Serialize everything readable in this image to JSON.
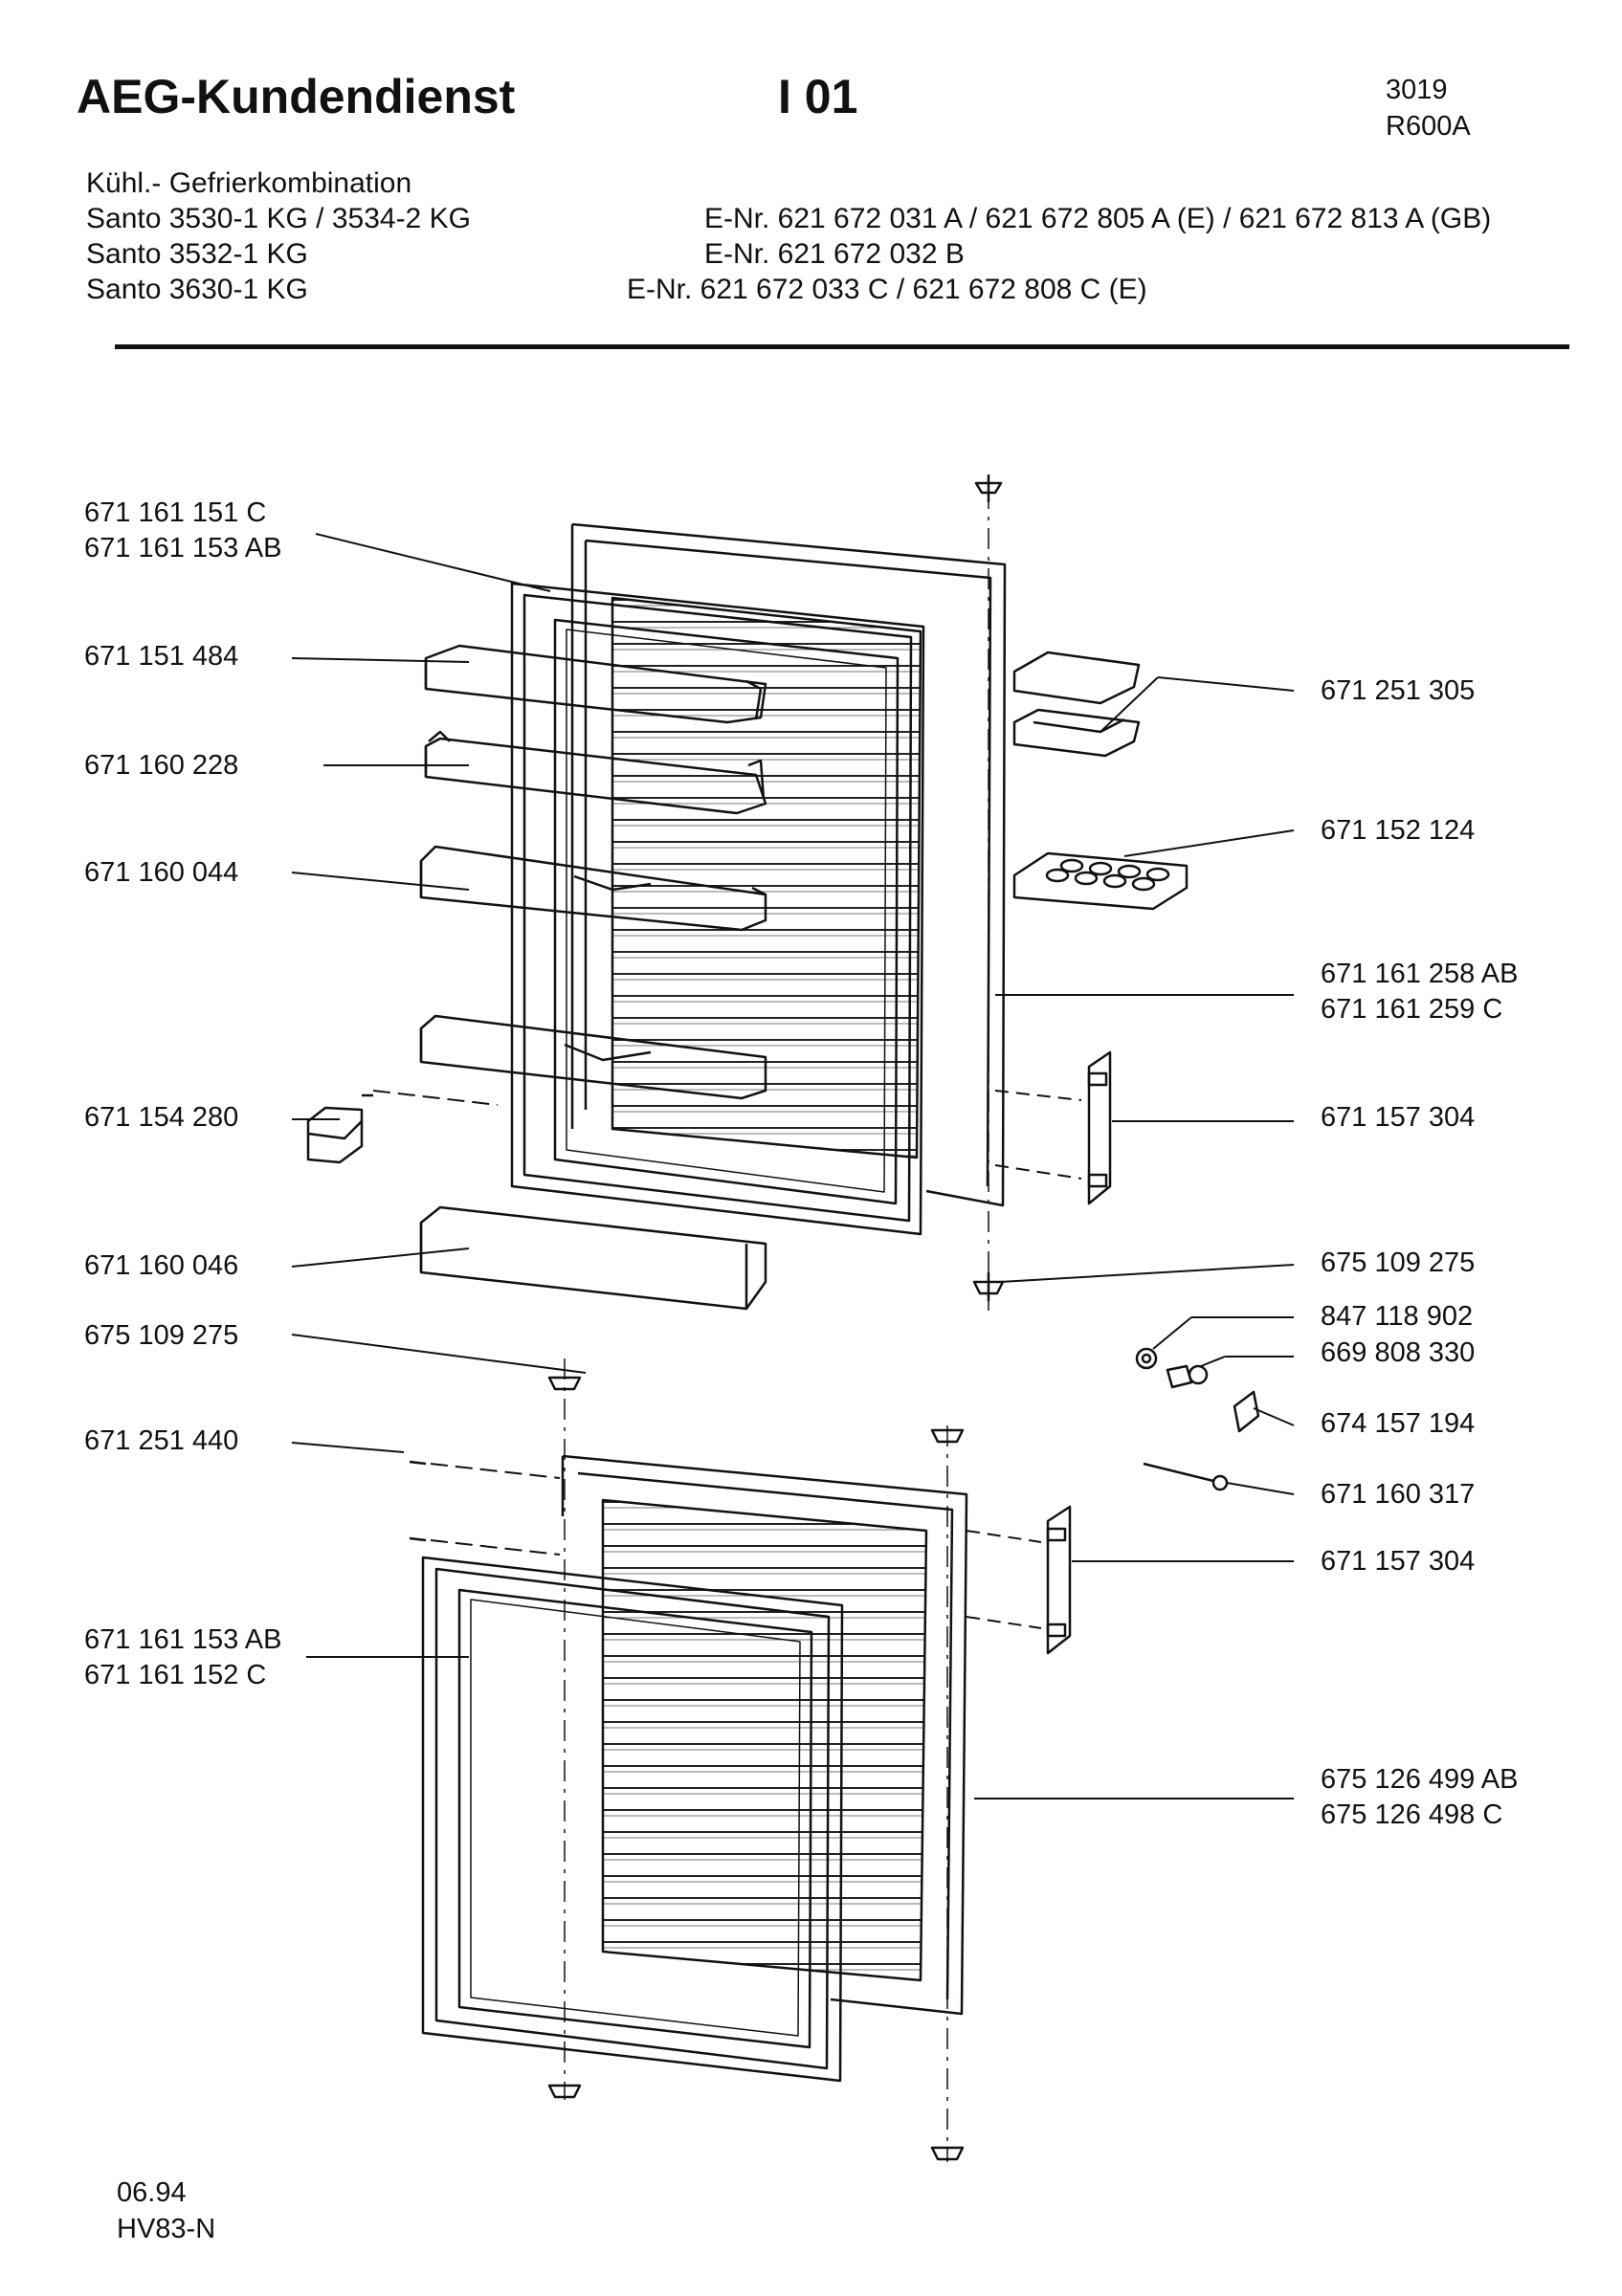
{
  "header": {
    "brand": "AEG-Kundendienst",
    "page_code": "I 01",
    "code": "3019",
    "refrigerant": "R600A",
    "product_type": "Kühl.- Gefrierkombination",
    "models": [
      {
        "name": "Santo 3530-1 KG / 3534-2 KG",
        "enr": "E-Nr. 621 672 031 A  /  621 672 805 A  (E) / 621 672 813 A (GB)"
      },
      {
        "name": "Santo 3532-1 KG",
        "enr": "E-Nr. 621 672 032 B"
      },
      {
        "name": "Santo 3630-1 KG",
        "enr": "E-Nr. 621 672 033 C  /  621 672 808 C (E)"
      }
    ]
  },
  "labels_left": [
    {
      "line1": "671 161 151 C",
      "line2": "671 161 153 AB"
    },
    {
      "line1": "671 151 484",
      "line2": ""
    },
    {
      "line1": "671 160 228",
      "line2": ""
    },
    {
      "line1": "671 160 044",
      "line2": ""
    },
    {
      "line1": "671 154 280",
      "line2": ""
    },
    {
      "line1": "671 160 046",
      "line2": ""
    },
    {
      "line1": "675 109 275",
      "line2": ""
    },
    {
      "line1": "671 251 440",
      "line2": ""
    },
    {
      "line1": "671 161 153 AB",
      "line2": "671 161 152 C"
    }
  ],
  "labels_right": [
    {
      "line1": "671 251 305",
      "line2": ""
    },
    {
      "line1": "671 152 124",
      "line2": ""
    },
    {
      "line1": "671 161 258 AB",
      "line2": "671 161 259 C"
    },
    {
      "line1": "671 157 304",
      "line2": ""
    },
    {
      "line1": "675 109 275",
      "line2": ""
    },
    {
      "line1": "847 118 902",
      "line2": ""
    },
    {
      "line1": "669 808 330",
      "line2": ""
    },
    {
      "line1": "674 157 194",
      "line2": ""
    },
    {
      "line1": "671 160 317",
      "line2": ""
    },
    {
      "line1": "671 157 304",
      "line2": ""
    },
    {
      "line1": "675 126 499 AB",
      "line2": "675 126 498 C"
    }
  ],
  "footer": {
    "date": "06.94",
    "code": "HV83-N"
  }
}
